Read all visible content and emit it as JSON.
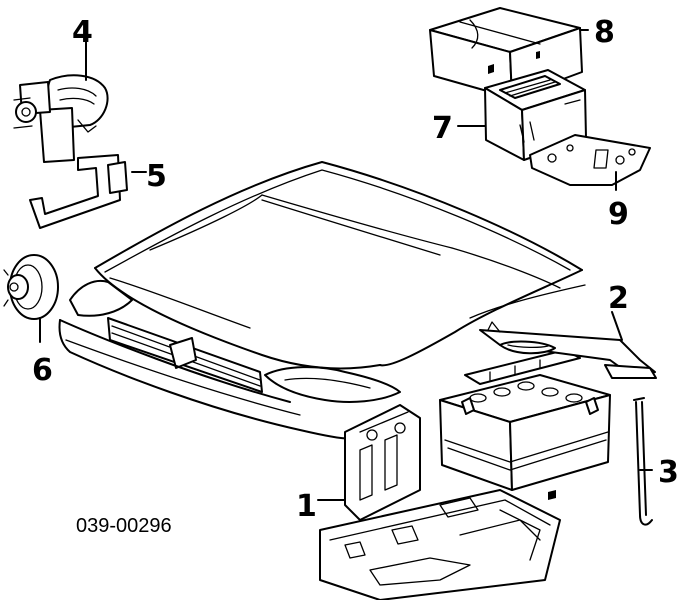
{
  "callouts": [
    "1",
    "2",
    "3",
    "4",
    "5",
    "6",
    "7",
    "8",
    "9"
  ],
  "drawing_code": "039-00296",
  "colors": {
    "line": "#000000",
    "background": "#ffffff"
  }
}
